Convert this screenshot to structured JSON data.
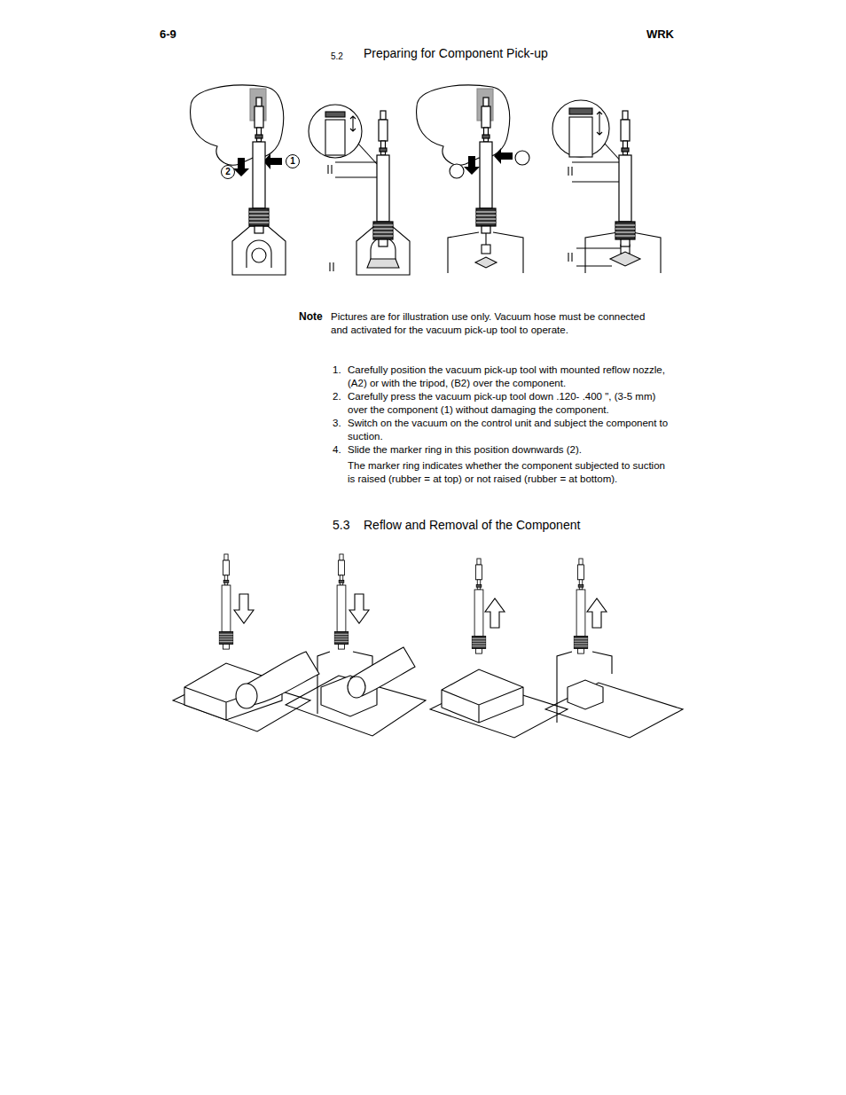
{
  "diagram": {
    "nodes": [
      {
        "text": [
          "2"
        ]
      },
      {
        "text": [
          "1"
        ]
      }
    ],
    "labels": [
      "6-9",
      "WRK",
      "5.2",
      "Preparing for Component Pick-up",
      "Note",
      "Pictures are for illustration use only. Vacuum hose must be connected and activated for the vacuum pick-up tool to operate.",
      "1.",
      "Carefully position the vacuum pick-up tool with mounted reflow nozzle, (A2) or with the tripod, (B2) over the component.",
      "2.",
      "Carefully press the vacuum pick-up tool down .120- .400 \", (3-5 mm) over the component (1) without damaging the component.",
      "3.",
      "Switch on the vacuum on the control unit and subject the component to suction.",
      "4.",
      "Slide the marker ring in this position downwards (2).",
      "The marker ring indicates whether the component subjected to suction is raised (rubber = at top) or not raised (rubber = at bottom).",
      "5.3",
      "Reflow and Removal of  the Component"
    ]
  }
}
